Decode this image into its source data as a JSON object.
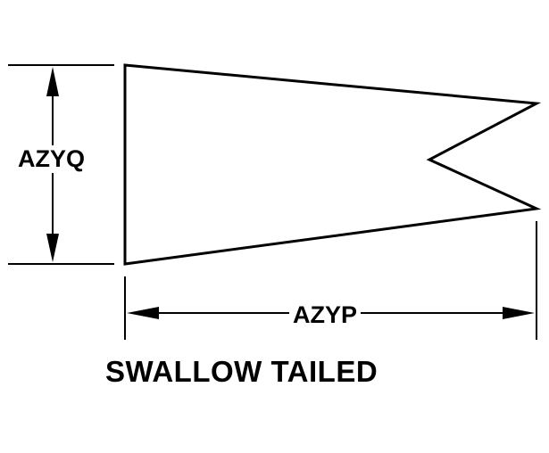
{
  "diagram": {
    "height_dimension_label": "AZYQ",
    "width_dimension_label": "AZYP",
    "caption": "SWALLOW TAILED",
    "line_color": "#000000",
    "background_color": "#ffffff"
  }
}
